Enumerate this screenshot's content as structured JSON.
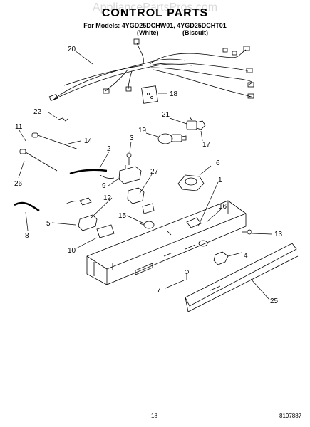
{
  "header": {
    "title": "CONTROL PARTS",
    "watermark": "AppliancePartsPros.com",
    "models_line": "For Models: 4YGD25DCHW01, 4YGD25DCHT01",
    "variant_white": "(White)",
    "variant_biscuit": "(Biscuit)"
  },
  "callouts": [
    "20",
    "18",
    "22",
    "21",
    "11",
    "19",
    "17",
    "3",
    "14",
    "2",
    "26",
    "6",
    "27",
    "9",
    "1",
    "12",
    "16",
    "15",
    "5",
    "8",
    "13",
    "10",
    "4",
    "7",
    "25"
  ],
  "footer": {
    "page_number": "18",
    "doc_number": "8197887"
  }
}
